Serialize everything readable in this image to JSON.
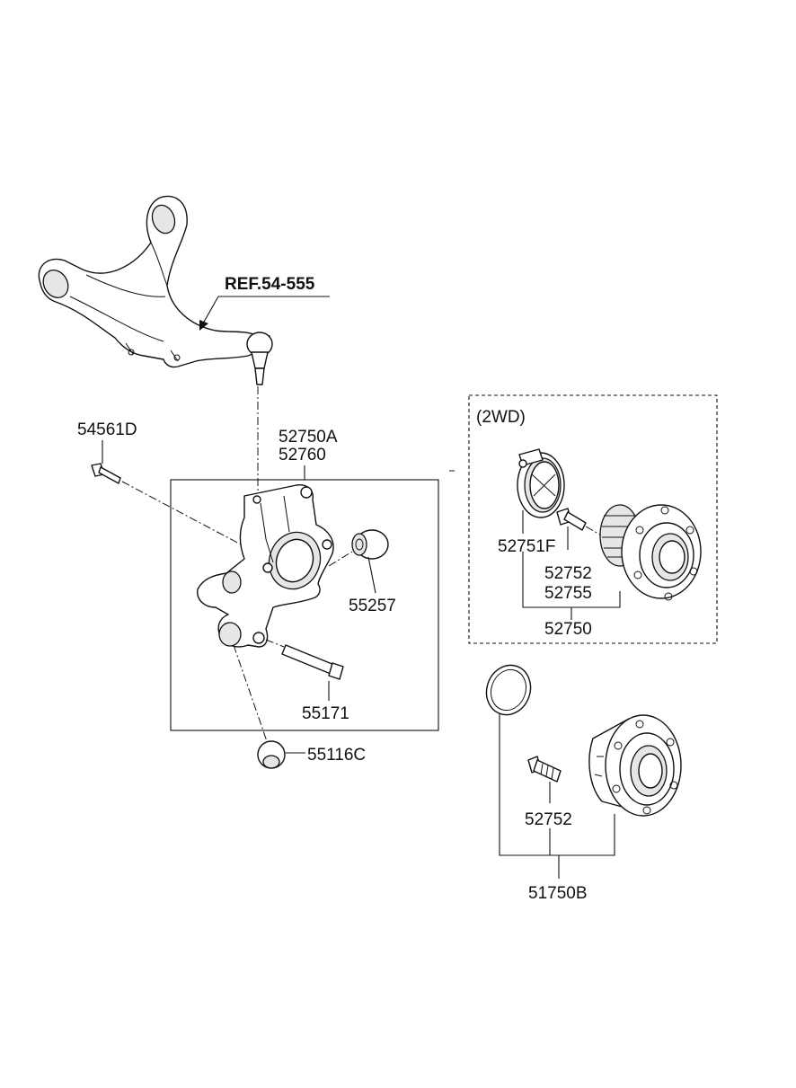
{
  "reference": {
    "label": "REF.54-555"
  },
  "variant": {
    "label": "(2WD)"
  },
  "parts": {
    "bolt_54561d": "54561D",
    "knuckle_52750a": "52750A",
    "knuckle_52760": "52760",
    "bushing_55257": "55257",
    "bolt_55171": "55171",
    "bushing_55116c": "55116C",
    "sensor_52751f": "52751F",
    "hub_bolt_52752_2wd": "52752",
    "hub_52755": "52755",
    "hub_assy_52750": "52750",
    "hub_bolt_52752": "52752",
    "hub_assy_51750b": "51750B"
  }
}
